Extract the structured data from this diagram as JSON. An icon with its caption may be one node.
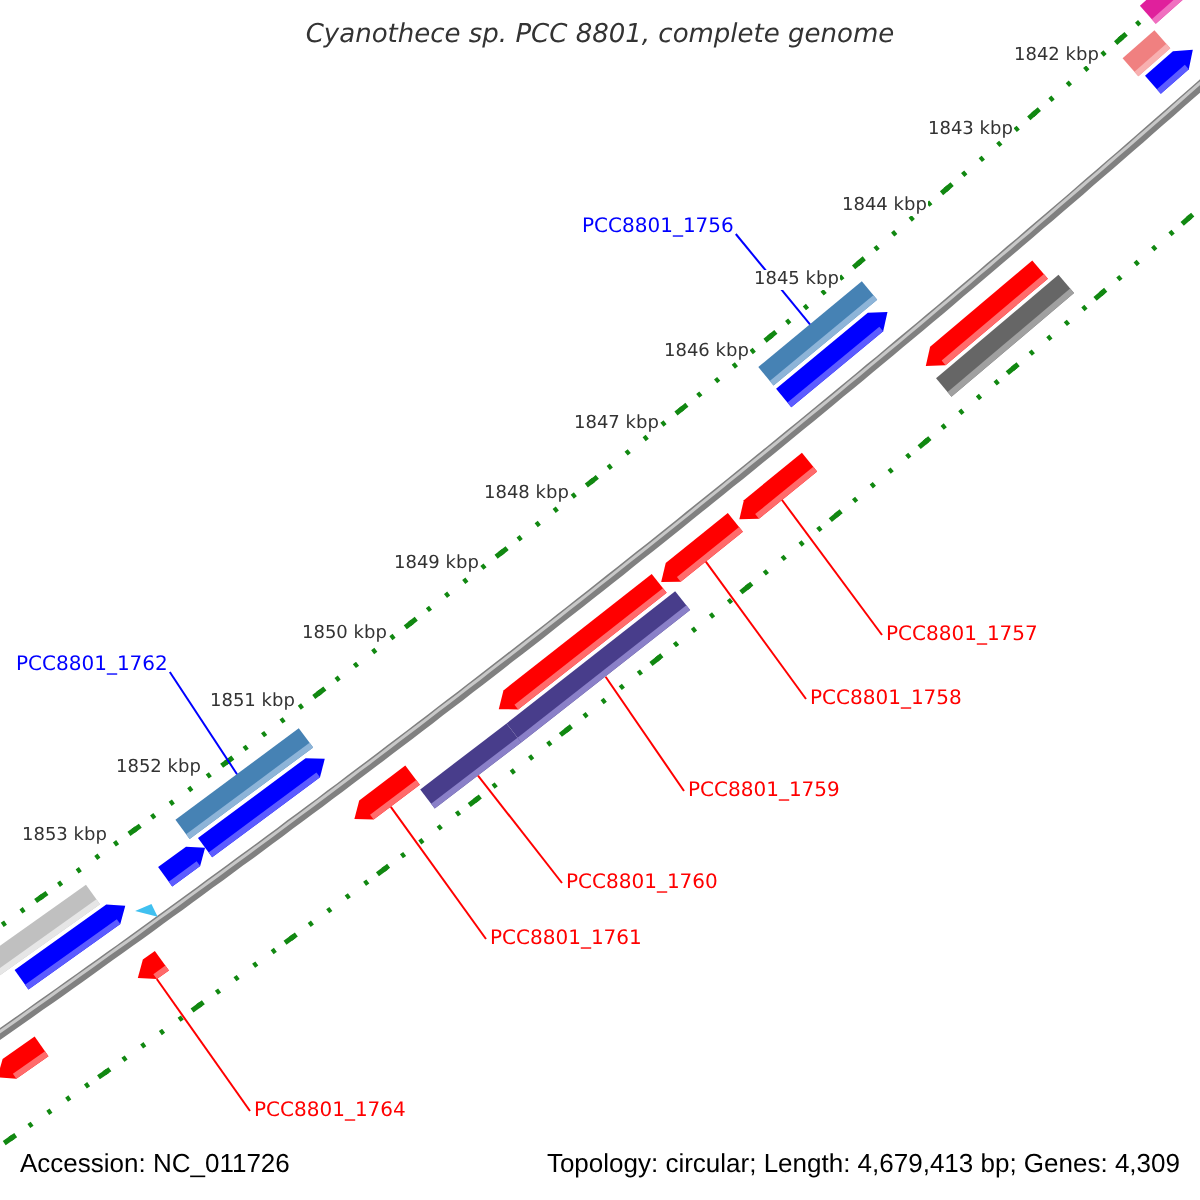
{
  "diagram": {
    "title": "Cyanothece sp. PCC 8801, complete genome",
    "nodes": [
      {
        "text": [
          "PCC8801_1756"
        ]
      },
      {
        "text": [],
        "shape": "bar"
      },
      {
        "text": [
          "PCC8801_1762"
        ]
      },
      {
        "text": [],
        "shape": "bar"
      },
      {
        "text": [
          "PCC8801_1757"
        ]
      },
      {
        "text": [],
        "shape": "arrow"
      },
      {
        "text": [
          "PCC8801_1758"
        ]
      },
      {
        "text": [],
        "shape": "arrow"
      },
      {
        "text": [
          "PCC8801_1759"
        ]
      },
      {
        "text": [],
        "shape": "bar"
      },
      {
        "text": [
          "PCC8801_1760"
        ]
      },
      {
        "text": [],
        "shape": "bar"
      },
      {
        "text": [
          "PCC8801_1761"
        ]
      },
      {
        "text": [],
        "shape": "arrow"
      },
      {
        "text": [
          "PCC8801_1764"
        ]
      },
      {
        "text": [],
        "shape": "arrow"
      }
    ],
    "edges": [
      {
        "from": 0,
        "to": 1,
        "arrow": "none",
        "color": "#0000ff"
      },
      {
        "from": 2,
        "to": 3,
        "arrow": "none",
        "color": "#0000ff"
      },
      {
        "from": 4,
        "to": 5,
        "arrow": "none"
      },
      {
        "from": 6,
        "to": 7,
        "arrow": "none"
      },
      {
        "from": 8,
        "to": 9,
        "arrow": "none"
      },
      {
        "from": 10,
        "to": 11,
        "arrow": "none"
      },
      {
        "from": 12,
        "to": 13,
        "arrow": "none"
      },
      {
        "from": 14,
        "to": 15,
        "arrow": "none"
      }
    ],
    "labels": [
      "1842 kbp",
      "1843 kbp",
      "1844 kbp",
      "1845 kbp",
      "1846 kbp",
      "1847 kbp",
      "1848 kbp",
      "1849 kbp",
      "1850 kbp",
      "1851 kbp",
      "1852 kbp",
      "1853 kbp",
      "Accession: NC_011726",
      "Topology: circular; Length: 4,679,413 bp; Genes: 4,309"
    ]
  }
}
